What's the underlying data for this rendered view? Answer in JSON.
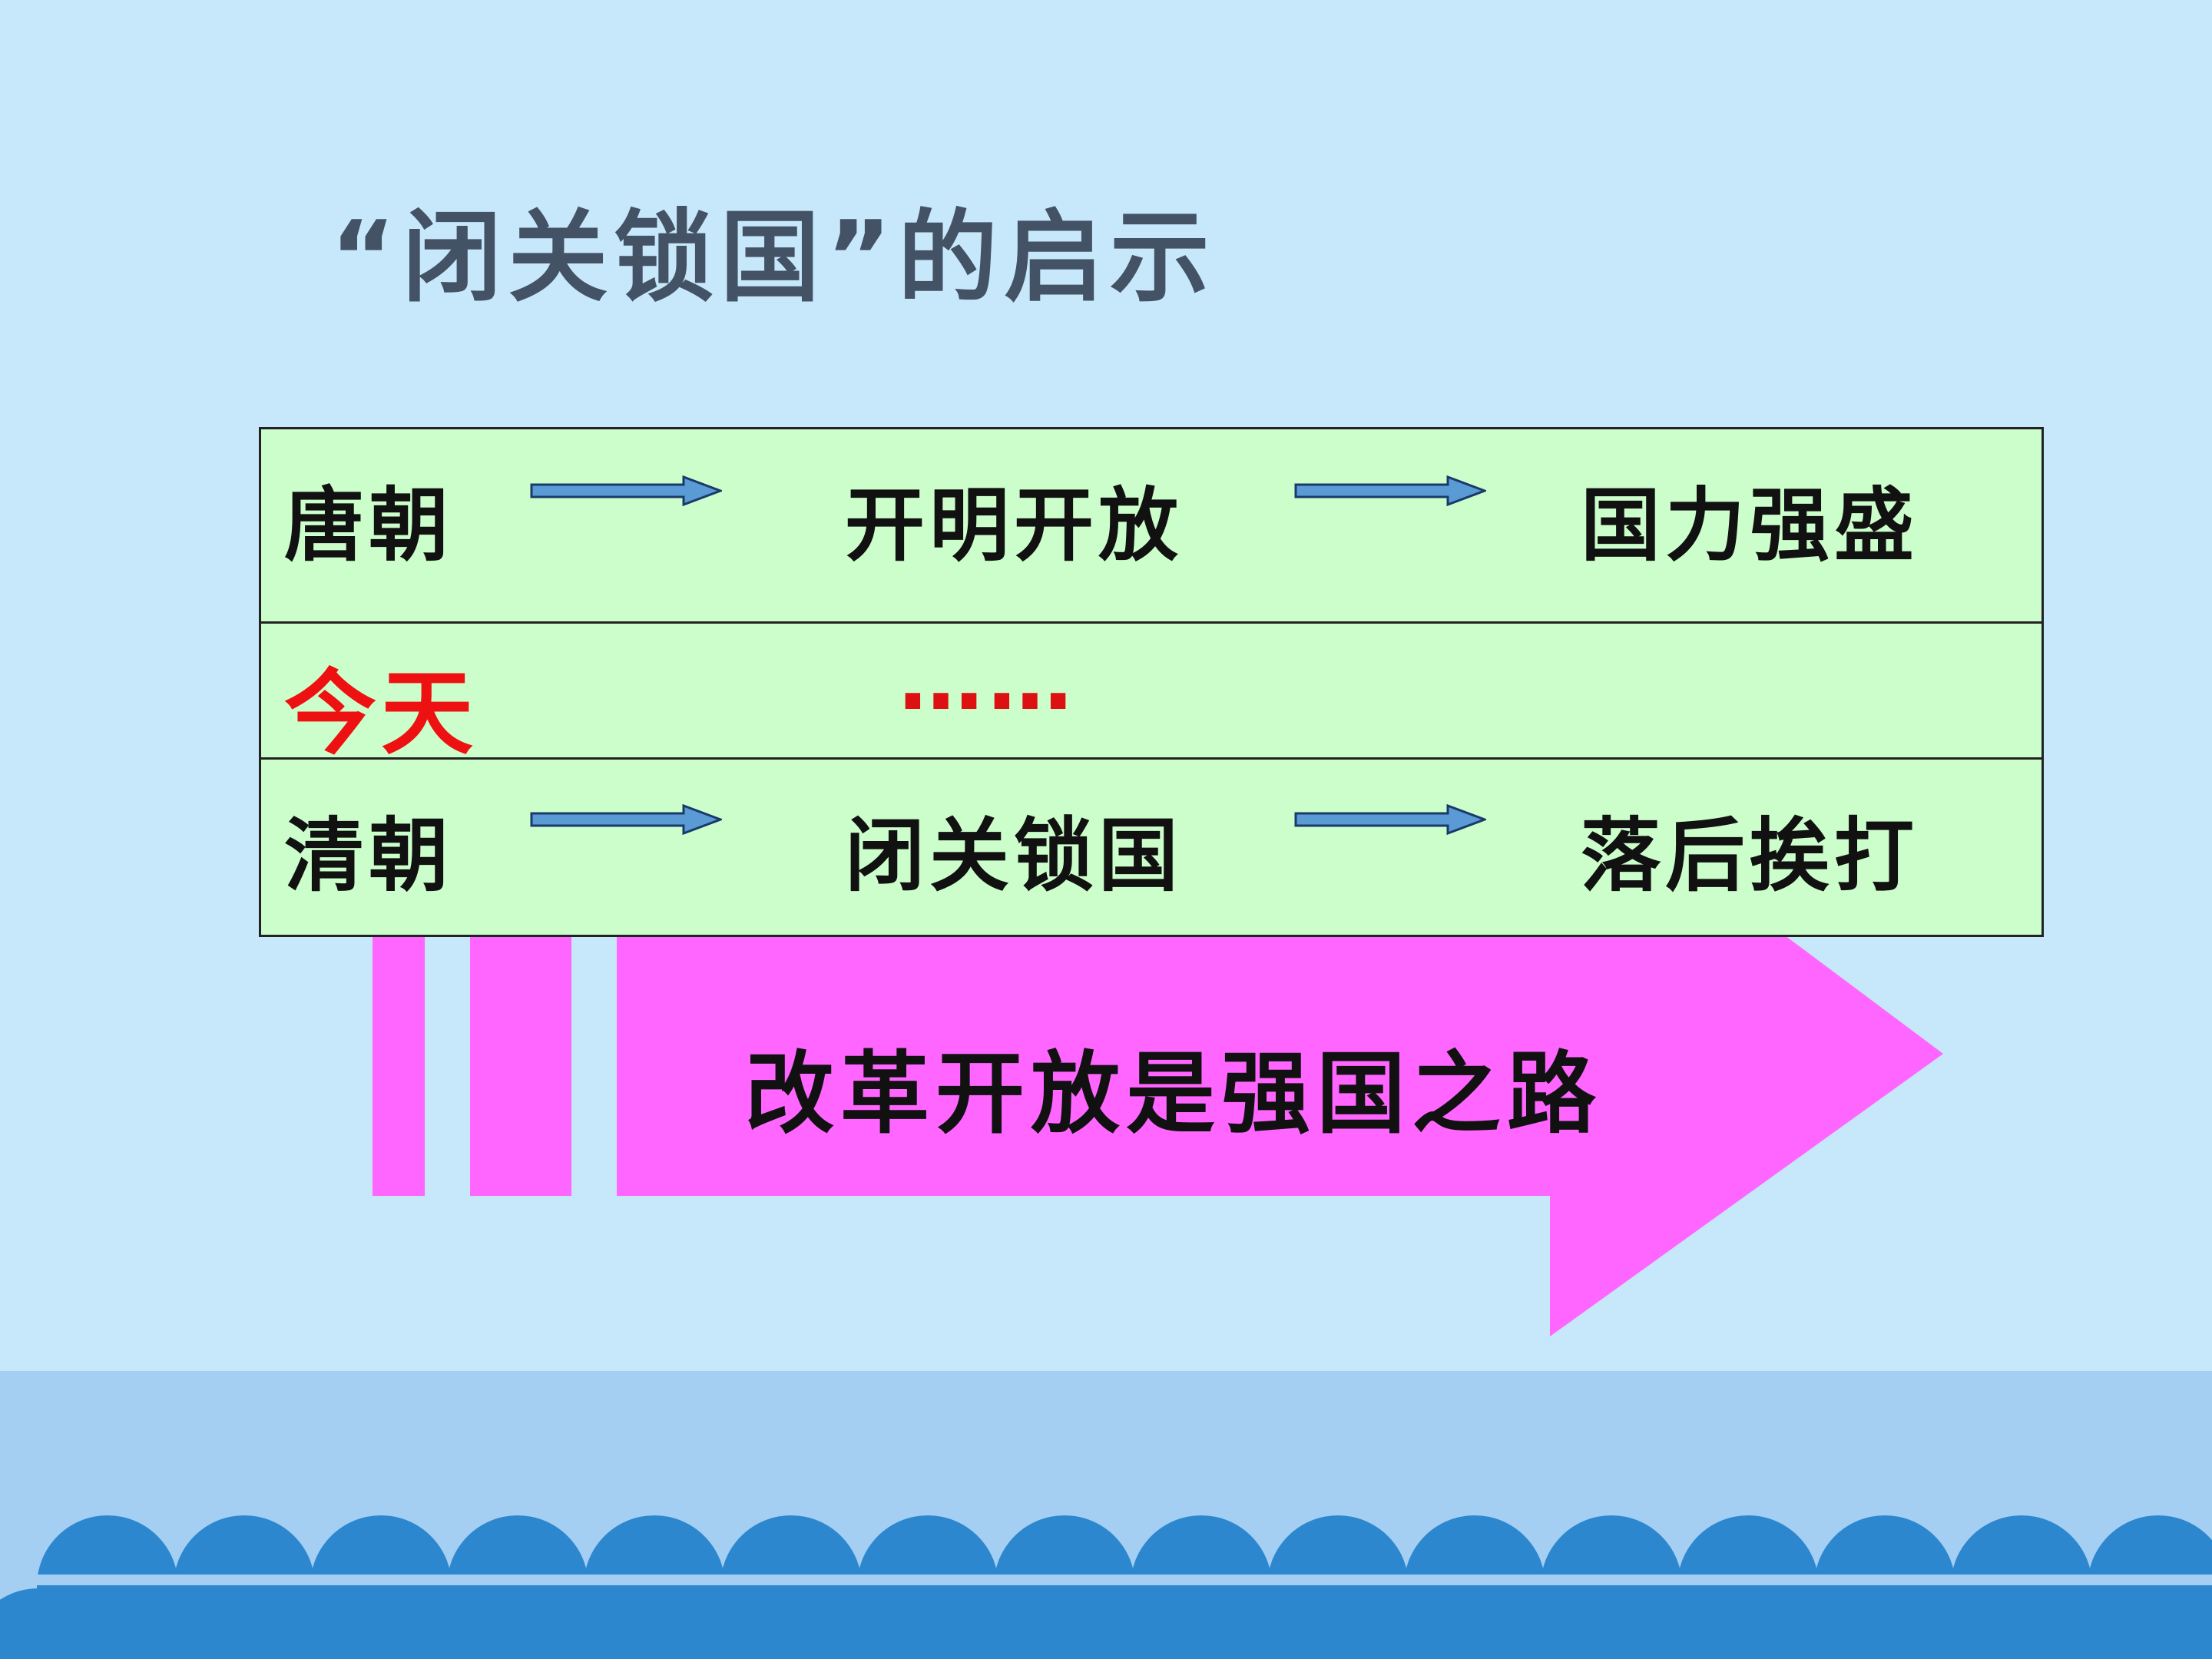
{
  "slide": {
    "title": "“闭关锁国”的启示",
    "rows": [
      {
        "era": "唐朝",
        "policy": "开明开放",
        "result": "国力强盛"
      },
      {
        "era": "今天",
        "ellipsis": "……"
      },
      {
        "era": "清朝",
        "policy": "闭关锁国",
        "result": "落后挨打"
      }
    ],
    "banner": "改革开放是强国之路",
    "colors": {
      "background": "#c7e8fb",
      "table_fill": "#ccfecb",
      "banner_fill": "#ff66ff",
      "arrow_fill": "#5b9bd5",
      "highlight": "#ee1111",
      "wave": "#2c87cf"
    }
  }
}
